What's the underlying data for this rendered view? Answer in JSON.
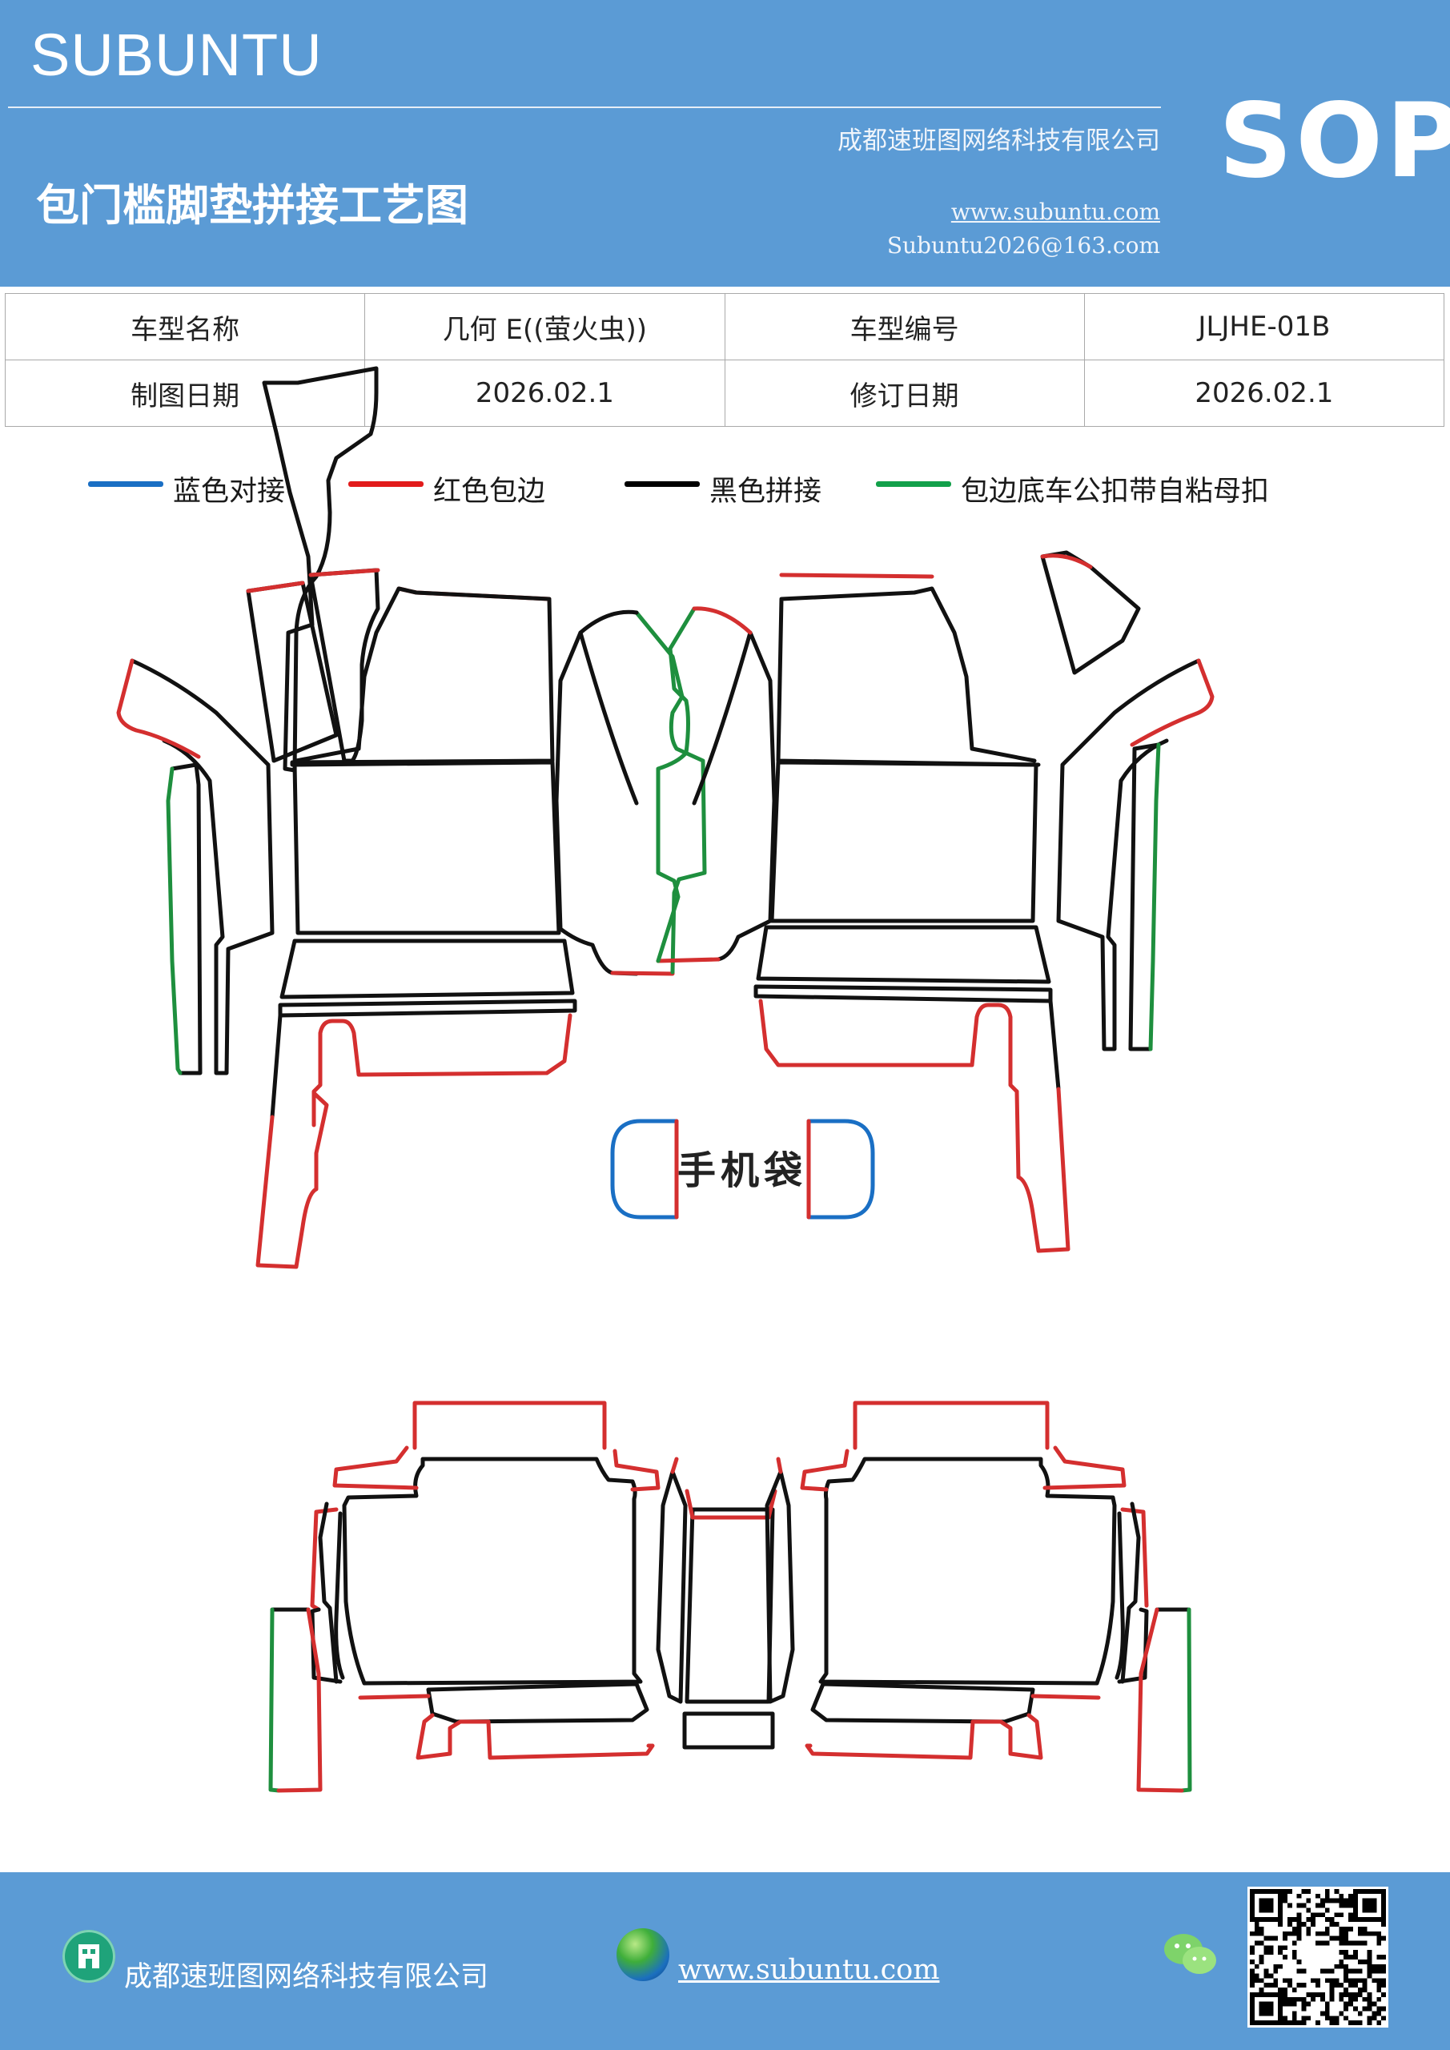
{
  "header": {
    "brand": "SUBUNTU",
    "company": "成都速班图网络科技有限公司",
    "title": "包门槛脚垫拼接工艺图",
    "website": "www.subuntu.com",
    "email": "Subuntu2026@163.com",
    "sop": "SOP"
  },
  "info_table": {
    "row1": {
      "label1": "车型名称",
      "value1": "几何 E((萤火虫))",
      "label2": "车型编号",
      "value2": "JLJHE-01B"
    },
    "row2": {
      "label1": "制图日期",
      "value1": "2026.02.1",
      "label2": "修订日期",
      "value2": "2026.02.1"
    }
  },
  "legend": [
    {
      "label": "蓝色对接",
      "color": "#1a6fc4"
    },
    {
      "label": "红色包边",
      "color": "#e21b1b"
    },
    {
      "label": "黑色拼接",
      "color": "#000000"
    },
    {
      "label": "包边底车公扣带自粘母扣",
      "color": "#12a04a"
    }
  ],
  "diagram": {
    "phone_pocket_label": "手机袋",
    "colors": {
      "blue": "#1a6fc4",
      "red": "#d42f2f",
      "black": "#111111",
      "green": "#1e8f3e"
    }
  },
  "footer": {
    "company": "成都速班图网络科技有限公司",
    "website": "www.subuntu.com",
    "icons": [
      "building-icon",
      "globe-icon",
      "wechat-icon",
      "qr-code"
    ]
  }
}
